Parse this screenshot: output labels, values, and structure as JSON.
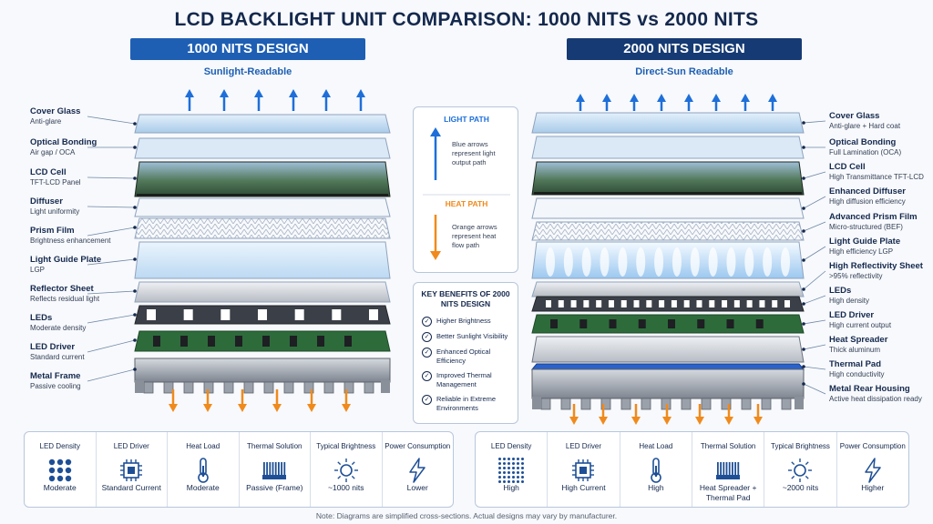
{
  "title": "LCD BACKLIGHT UNIT COMPARISON: 1000 NITS vs 2000 NITS",
  "left": {
    "banner": "1000 NITS DESIGN",
    "subtitle": "Sunlight-Readable",
    "layers": [
      {
        "name": "Cover Glass",
        "desc": "Anti-glare"
      },
      {
        "name": "Optical Bonding",
        "desc": "Air gap / OCA"
      },
      {
        "name": "LCD Cell",
        "desc": "TFT-LCD Panel"
      },
      {
        "name": "Diffuser",
        "desc": "Light uniformity"
      },
      {
        "name": "Prism Film",
        "desc": "Brightness enhancement"
      },
      {
        "name": "Light Guide Plate",
        "desc": "LGP"
      },
      {
        "name": "Reflector Sheet",
        "desc": "Reflects residual light"
      },
      {
        "name": "LEDs",
        "desc": "Moderate density"
      },
      {
        "name": "LED Driver",
        "desc": "Standard current"
      },
      {
        "name": "Metal Frame",
        "desc": "Passive cooling"
      }
    ],
    "specs": [
      {
        "header": "LED Density",
        "icon": "led-grid-icon",
        "value": "Moderate"
      },
      {
        "header": "LED Driver",
        "icon": "chip-icon",
        "value": "Standard Current"
      },
      {
        "header": "Heat Load",
        "icon": "thermometer-icon",
        "value": "Moderate"
      },
      {
        "header": "Thermal Solution",
        "icon": "heatsink-icon",
        "value": "Passive (Frame)"
      },
      {
        "header": "Typical Brightness",
        "icon": "sun-icon",
        "value": "~1000 nits"
      },
      {
        "header": "Power Consumption",
        "icon": "bolt-icon",
        "value": "Lower"
      }
    ]
  },
  "right": {
    "banner": "2000 NITS DESIGN",
    "subtitle": "Direct-Sun Readable",
    "layers": [
      {
        "name": "Cover Glass",
        "desc": "Anti-glare + Hard coat"
      },
      {
        "name": "Optical Bonding",
        "desc": "Full Lamination (OCA)"
      },
      {
        "name": "LCD Cell",
        "desc": "High Transmittance TFT-LCD"
      },
      {
        "name": "Enhanced Diffuser",
        "desc": "High diffusion efficiency"
      },
      {
        "name": "Advanced Prism Film",
        "desc": "Micro-structured (BEF)"
      },
      {
        "name": "Light Guide Plate",
        "desc": "High efficiency LGP"
      },
      {
        "name": "High Reflectivity Sheet",
        "desc": ">95% reflectivity"
      },
      {
        "name": "LEDs",
        "desc": "High density"
      },
      {
        "name": "LED Driver",
        "desc": "High current output"
      },
      {
        "name": "Heat Spreader",
        "desc": "Thick aluminum"
      },
      {
        "name": "Thermal Pad",
        "desc": "High conductivity"
      },
      {
        "name": "Metal Rear Housing",
        "desc": "Active heat dissipation ready"
      }
    ],
    "specs": [
      {
        "header": "LED Density",
        "icon": "led-grid-icon",
        "value": "High"
      },
      {
        "header": "LED Driver",
        "icon": "chip-icon",
        "value": "High Current"
      },
      {
        "header": "Heat Load",
        "icon": "thermometer-icon",
        "value": "High"
      },
      {
        "header": "Thermal Solution",
        "icon": "heatsink-icon",
        "value": "Heat Spreader + Thermal Pad"
      },
      {
        "header": "Typical Brightness",
        "icon": "sun-icon",
        "value": "~2000 nits"
      },
      {
        "header": "Power Consumption",
        "icon": "bolt-icon",
        "value": "Higher"
      }
    ]
  },
  "legend": {
    "light_title": "LIGHT PATH",
    "light_text": "Blue arrows represent light output path",
    "heat_title": "HEAT PATH",
    "heat_text": "Orange arrows represent heat flow path",
    "light_color": "#1e6fd9",
    "heat_color": "#f08a1c"
  },
  "benefits": {
    "title": "KEY BENEFITS OF 2000 NITS DESIGN",
    "items": [
      "Higher Brightness",
      "Better Sunlight Visibility",
      "Enhanced Optical Efficiency",
      "Improved Thermal Management",
      "Reliable in Extreme Environments"
    ]
  },
  "note": "Note: Diagrams are simplified cross-sections. Actual designs may vary by manufacturer."
}
